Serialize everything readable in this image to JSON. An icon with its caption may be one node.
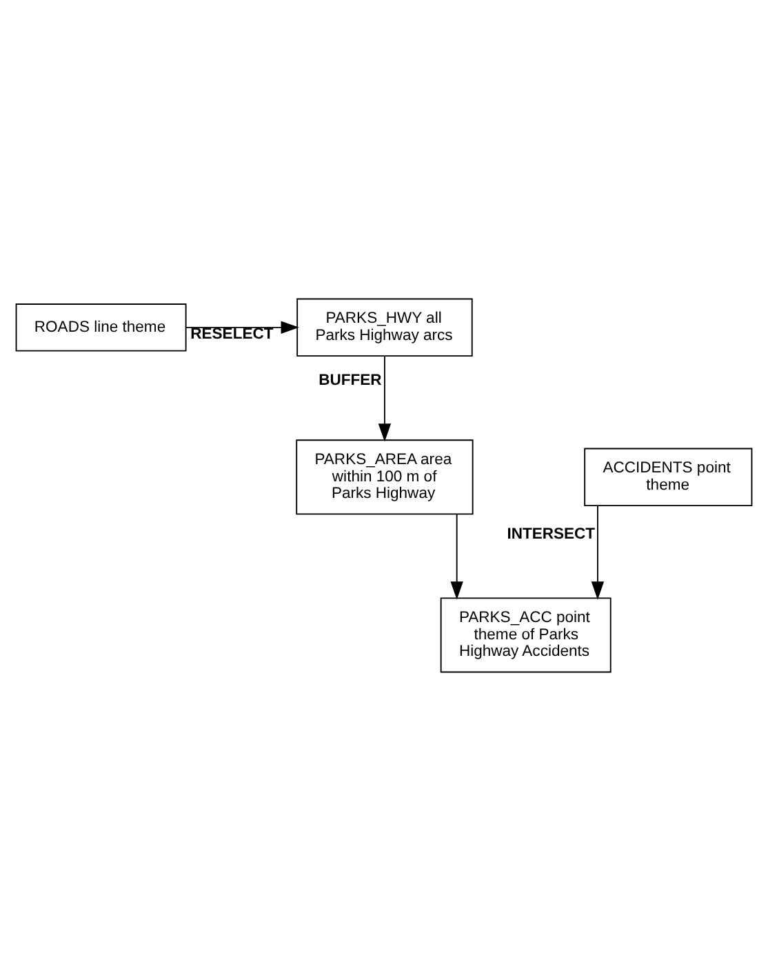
{
  "diagram": {
    "nodes": [
      {
        "text": [
          "ROADS line theme"
        ]
      },
      {
        "text": [
          "PARKS_HWY all Parks Highway arcs"
        ]
      },
      {
        "text": [
          "ACCIDENTS point theme"
        ]
      },
      {
        "text": [
          "PARKS_AREA area within 100 m of Parks Highway"
        ]
      },
      {
        "text": [
          "PARKS_ACC point theme of Parks Highway Accidents"
        ]
      }
    ],
    "edges": [
      {
        "from": 0,
        "to": 1,
        "arrow": "to",
        "label": "RESELECT"
      },
      {
        "from": 1,
        "to": 3,
        "arrow": "to",
        "label": "BUFFER"
      },
      {
        "from": 2,
        "to": 4,
        "arrow": "to",
        "label": "INTERSECT"
      },
      {
        "from": 3,
        "to": 4,
        "arrow": "to"
      }
    ]
  }
}
